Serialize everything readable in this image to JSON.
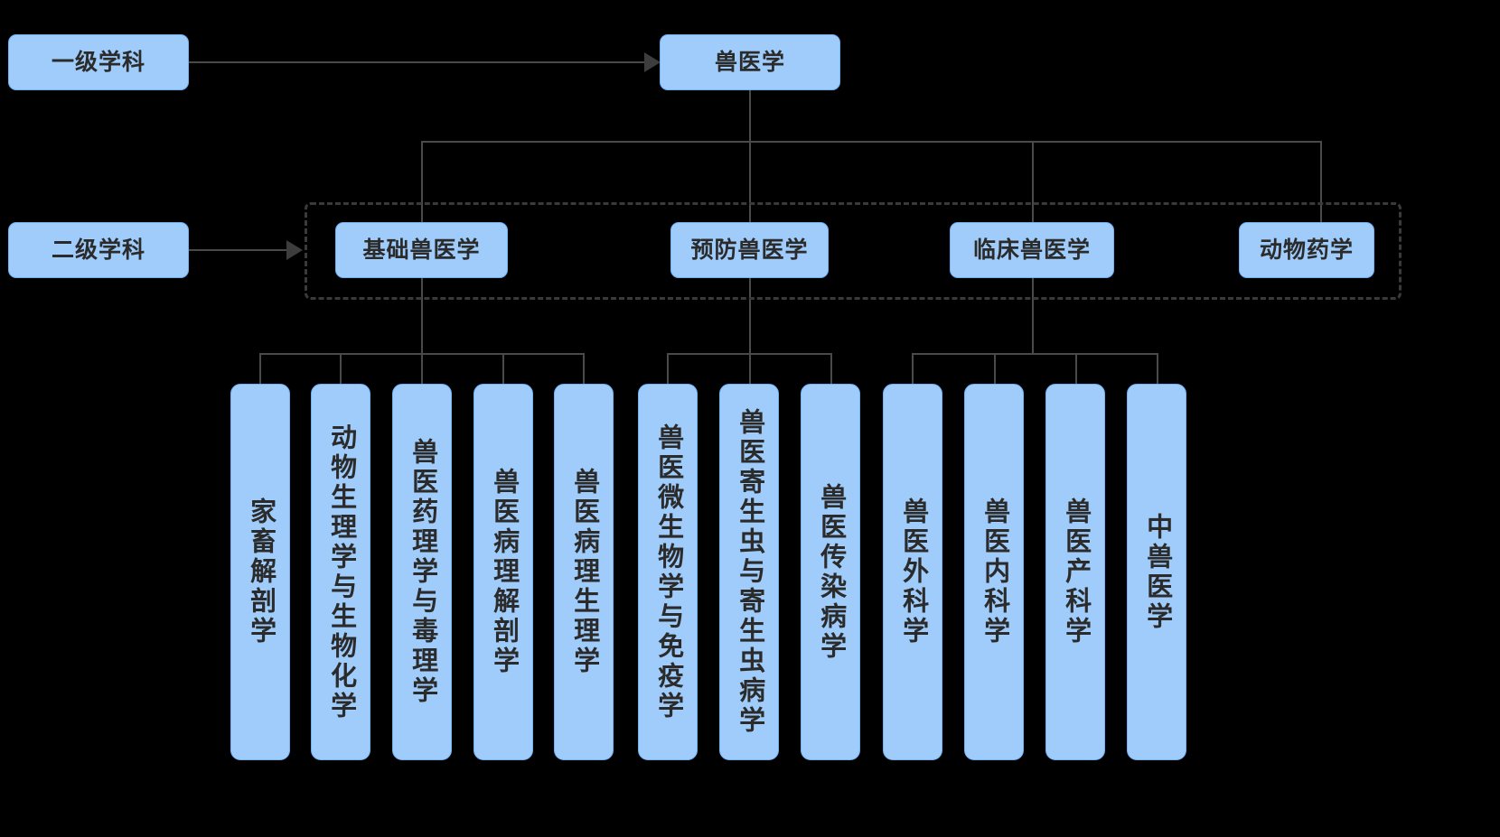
{
  "diagram": {
    "title_level1_label": "一级学科",
    "title_level2_label": "二级学科",
    "root": {
      "label": "兽医学"
    },
    "level2": [
      {
        "label": "基础兽医学"
      },
      {
        "label": "预防兽医学"
      },
      {
        "label": "临床兽医学"
      },
      {
        "label": "动物药学"
      }
    ],
    "level3": [
      {
        "label": "家畜解剖学",
        "parent": "基础兽医学"
      },
      {
        "label": "动物生理学与生物化学",
        "parent": "基础兽医学"
      },
      {
        "label": "兽医药理学与毒理学",
        "parent": "基础兽医学"
      },
      {
        "label": "兽医病理解剖学",
        "parent": "基础兽医学"
      },
      {
        "label": "兽医病理生理学",
        "parent": "基础兽医学"
      },
      {
        "label": "兽医微生物学与免疫学",
        "parent": "预防兽医学"
      },
      {
        "label": "兽医寄生虫与寄生虫病学",
        "parent": "预防兽医学"
      },
      {
        "label": "兽医传染病学",
        "parent": "预防兽医学"
      },
      {
        "label": "兽医外科学",
        "parent": "临床兽医学"
      },
      {
        "label": "兽医内科学",
        "parent": "临床兽医学"
      },
      {
        "label": "兽医产科学",
        "parent": "临床兽医学"
      },
      {
        "label": "中兽医学",
        "parent": "临床兽医学"
      }
    ],
    "colors": {
      "background": "#000000",
      "node_fill": "#9FCCFB",
      "node_border": "#6FB2F5",
      "node_text": "#2b2b2b",
      "connector": "#4a4a4a",
      "cluster_border": "#3a3a3a"
    }
  }
}
